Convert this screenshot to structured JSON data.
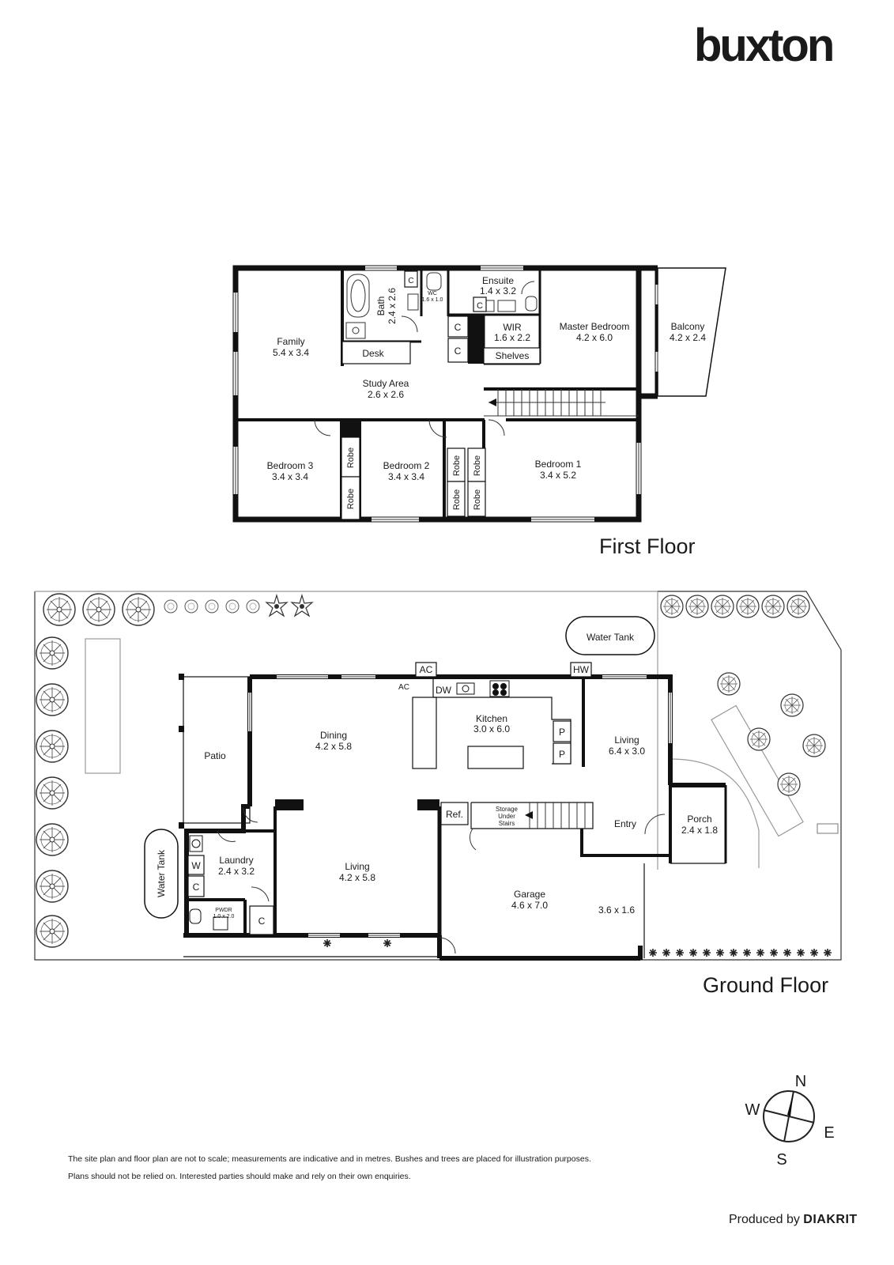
{
  "brand": {
    "logo_text": "buxton"
  },
  "first_floor": {
    "title": "First Floor",
    "rooms": {
      "family": {
        "name": "Family",
        "size": "5.4 x 3.4"
      },
      "bath": {
        "name": "Bath",
        "size": "2.4 x 2.6"
      },
      "wc": {
        "name": "WC",
        "size": "1.6 x 1.0"
      },
      "ensuite": {
        "name": "Ensuite",
        "size": "1.4 x 3.2"
      },
      "wir": {
        "name": "WIR",
        "size": "1.6 x 2.2",
        "shelves": "Shelves"
      },
      "master": {
        "name": "Master Bedroom",
        "size": "4.2 x 6.0"
      },
      "balcony": {
        "name": "Balcony",
        "size": "4.2 x 2.4"
      },
      "study": {
        "name": "Study Area",
        "size": "2.6 x 2.6",
        "desk": "Desk"
      },
      "bed3": {
        "name": "Bedroom 3",
        "size": "3.4 x 3.4"
      },
      "bed2": {
        "name": "Bedroom 2",
        "size": "3.4 x 3.4"
      },
      "bed1": {
        "name": "Bedroom 1",
        "size": "3.4 x 5.2"
      }
    },
    "cupboard": "C",
    "robe": "Robe"
  },
  "ground_floor": {
    "title": "Ground Floor",
    "rooms": {
      "patio": {
        "name": "Patio"
      },
      "dining": {
        "name": "Dining",
        "size": "4.2 x 5.8"
      },
      "kitchen": {
        "name": "Kitchen",
        "size": "3.0 x 6.0"
      },
      "living_east": {
        "name": "Living",
        "size": "6.4 x 3.0"
      },
      "porch": {
        "name": "Porch",
        "size": "2.4 x 1.8"
      },
      "entry": {
        "name": "Entry"
      },
      "laundry": {
        "name": "Laundry",
        "size": "2.4 x 3.2"
      },
      "living_west": {
        "name": "Living",
        "size": "4.2 x 5.8"
      },
      "garage": {
        "name": "Garage",
        "size": "4.6 x 7.0"
      },
      "garage_ext": {
        "size": "3.6 x 1.6"
      },
      "pwdr": {
        "name": "PWDR",
        "size": "1.0 x 2.0"
      }
    },
    "labels": {
      "water_tank": "Water Tank",
      "ac": "AC",
      "hw": "HW",
      "dw": "DW",
      "pantry": "P",
      "ref": "Ref.",
      "storage": [
        "Storage",
        "Under",
        "Stairs"
      ],
      "washer": "W",
      "cupboard": "C"
    }
  },
  "compass": {
    "n": "N",
    "e": "E",
    "s": "S",
    "w": "W"
  },
  "disclaimer": {
    "line1": "The site plan and floor plan are not to scale; measurements are indicative and in metres. Bushes and trees are placed for illustration purposes.",
    "line2": "Plans should not be relied on. Interested parties should make and rely on their own enquiries."
  },
  "produced_by": {
    "prefix": "Produced by",
    "company": "DIAKRIT"
  }
}
